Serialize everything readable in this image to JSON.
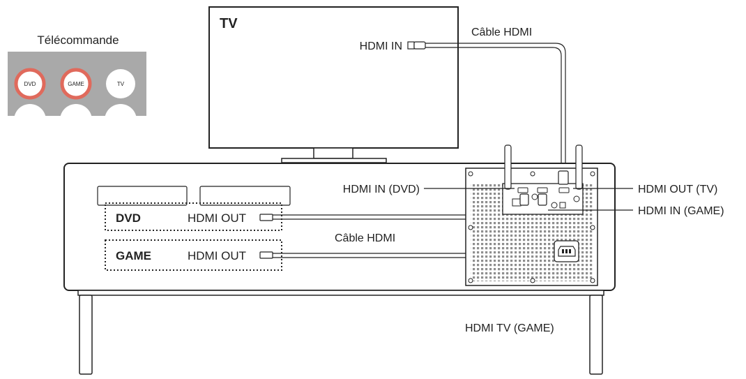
{
  "remote": {
    "title": "Télécommande",
    "buttons": [
      "DVD",
      "GAME",
      "TV"
    ],
    "highlight_color": "#e06a5c"
  },
  "tv": {
    "title": "TV",
    "hdmi_in_label": "HDMI IN"
  },
  "cables": {
    "top_label": "Câble HDMI",
    "middle_label": "Câble HDMI"
  },
  "devices": {
    "dvd": {
      "name": "DVD",
      "port_label": "HDMI OUT"
    },
    "game": {
      "name": "GAME",
      "port_label": "HDMI OUT"
    }
  },
  "unit_ports": {
    "hdmi_in_dvd": "HDMI IN (DVD)",
    "hdmi_out_tv": "HDMI OUT (TV)",
    "hdmi_in_game": "HDMI IN (GAME)"
  },
  "caption": "HDMI TV (GAME)",
  "colors": {
    "line": "#222222",
    "panel_fill": "#d6d6d6",
    "remote_fill": "#a9a9a9"
  }
}
